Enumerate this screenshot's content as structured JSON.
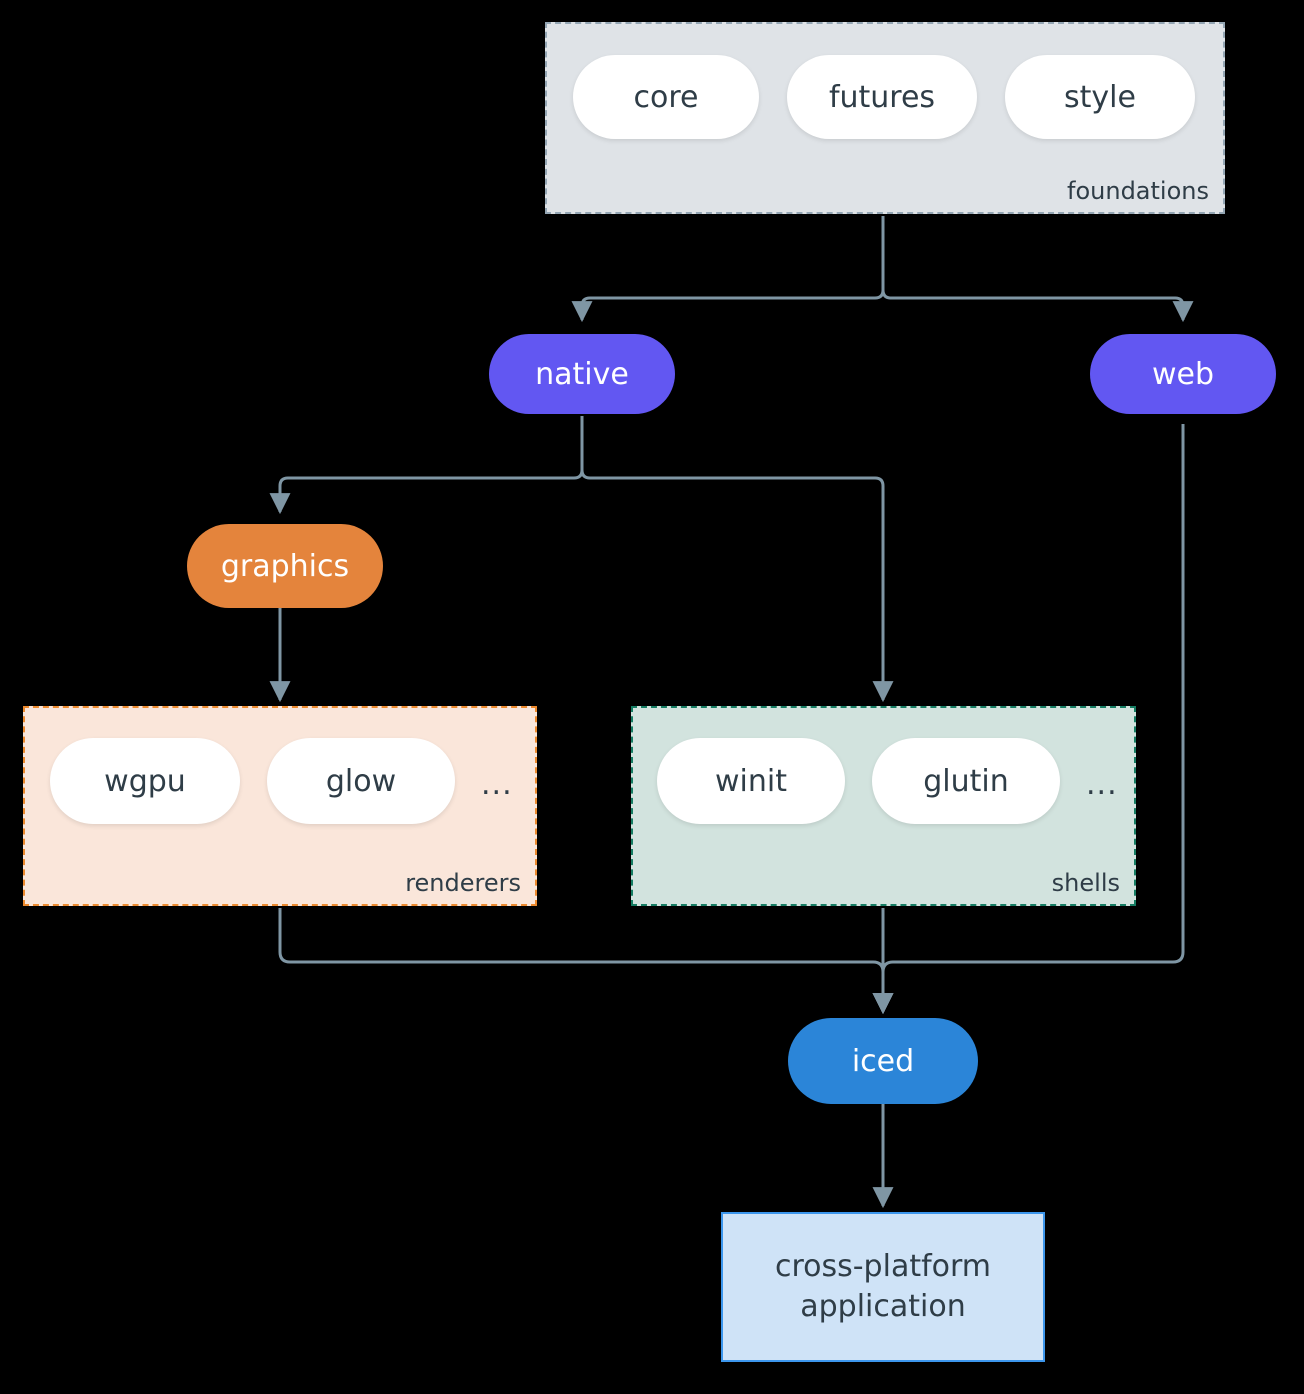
{
  "diagram": {
    "type": "flowchart",
    "direction": "top-down",
    "background": "#000000",
    "edge_color": "#7f96a4",
    "text_color": "#2f3d47"
  },
  "clusters": [
    {
      "id": "foundations",
      "label": "foundations",
      "fill": "#dfe3e7",
      "stroke": "#94a6b4",
      "stroke_style": "dashed",
      "members": [
        "core",
        "futures",
        "style"
      ]
    },
    {
      "id": "renderers",
      "label": "renderers",
      "fill": "#fae6da",
      "stroke": "#ec8a2e",
      "stroke_style": "dashed",
      "members": [
        "wgpu",
        "glow",
        "…"
      ]
    },
    {
      "id": "shells",
      "label": "shells",
      "fill": "#d2e3de",
      "stroke": "#167d63",
      "stroke_style": "dashed",
      "members": [
        "winit",
        "glutin",
        "…"
      ]
    }
  ],
  "chips": {
    "core": "core",
    "futures": "futures",
    "style": "style",
    "wgpu": "wgpu",
    "glow": "glow",
    "winit": "winit",
    "glutin": "glutin",
    "ellipsis": "..."
  },
  "nodes": {
    "native": {
      "label": "native",
      "color": "#6257f2",
      "shape": "pill"
    },
    "web": {
      "label": "web",
      "color": "#6257f2",
      "shape": "pill"
    },
    "graphics": {
      "label": "graphics",
      "color": "#e4843c",
      "shape": "pill"
    },
    "iced": {
      "label": "iced",
      "color": "#2b85d8",
      "shape": "pill"
    },
    "application": {
      "line1": "cross-platform",
      "line2": "application",
      "fill": "#cfe3f7",
      "stroke": "#3c96ec",
      "shape": "rectangle"
    }
  },
  "edges": [
    {
      "from": "foundations",
      "to": "native"
    },
    {
      "from": "foundations",
      "to": "web"
    },
    {
      "from": "native",
      "to": "graphics"
    },
    {
      "from": "native",
      "to": "shells"
    },
    {
      "from": "graphics",
      "to": "renderers"
    },
    {
      "from": "renderers",
      "to": "iced"
    },
    {
      "from": "shells",
      "to": "iced"
    },
    {
      "from": "web",
      "to": "iced"
    },
    {
      "from": "iced",
      "to": "application"
    }
  ]
}
